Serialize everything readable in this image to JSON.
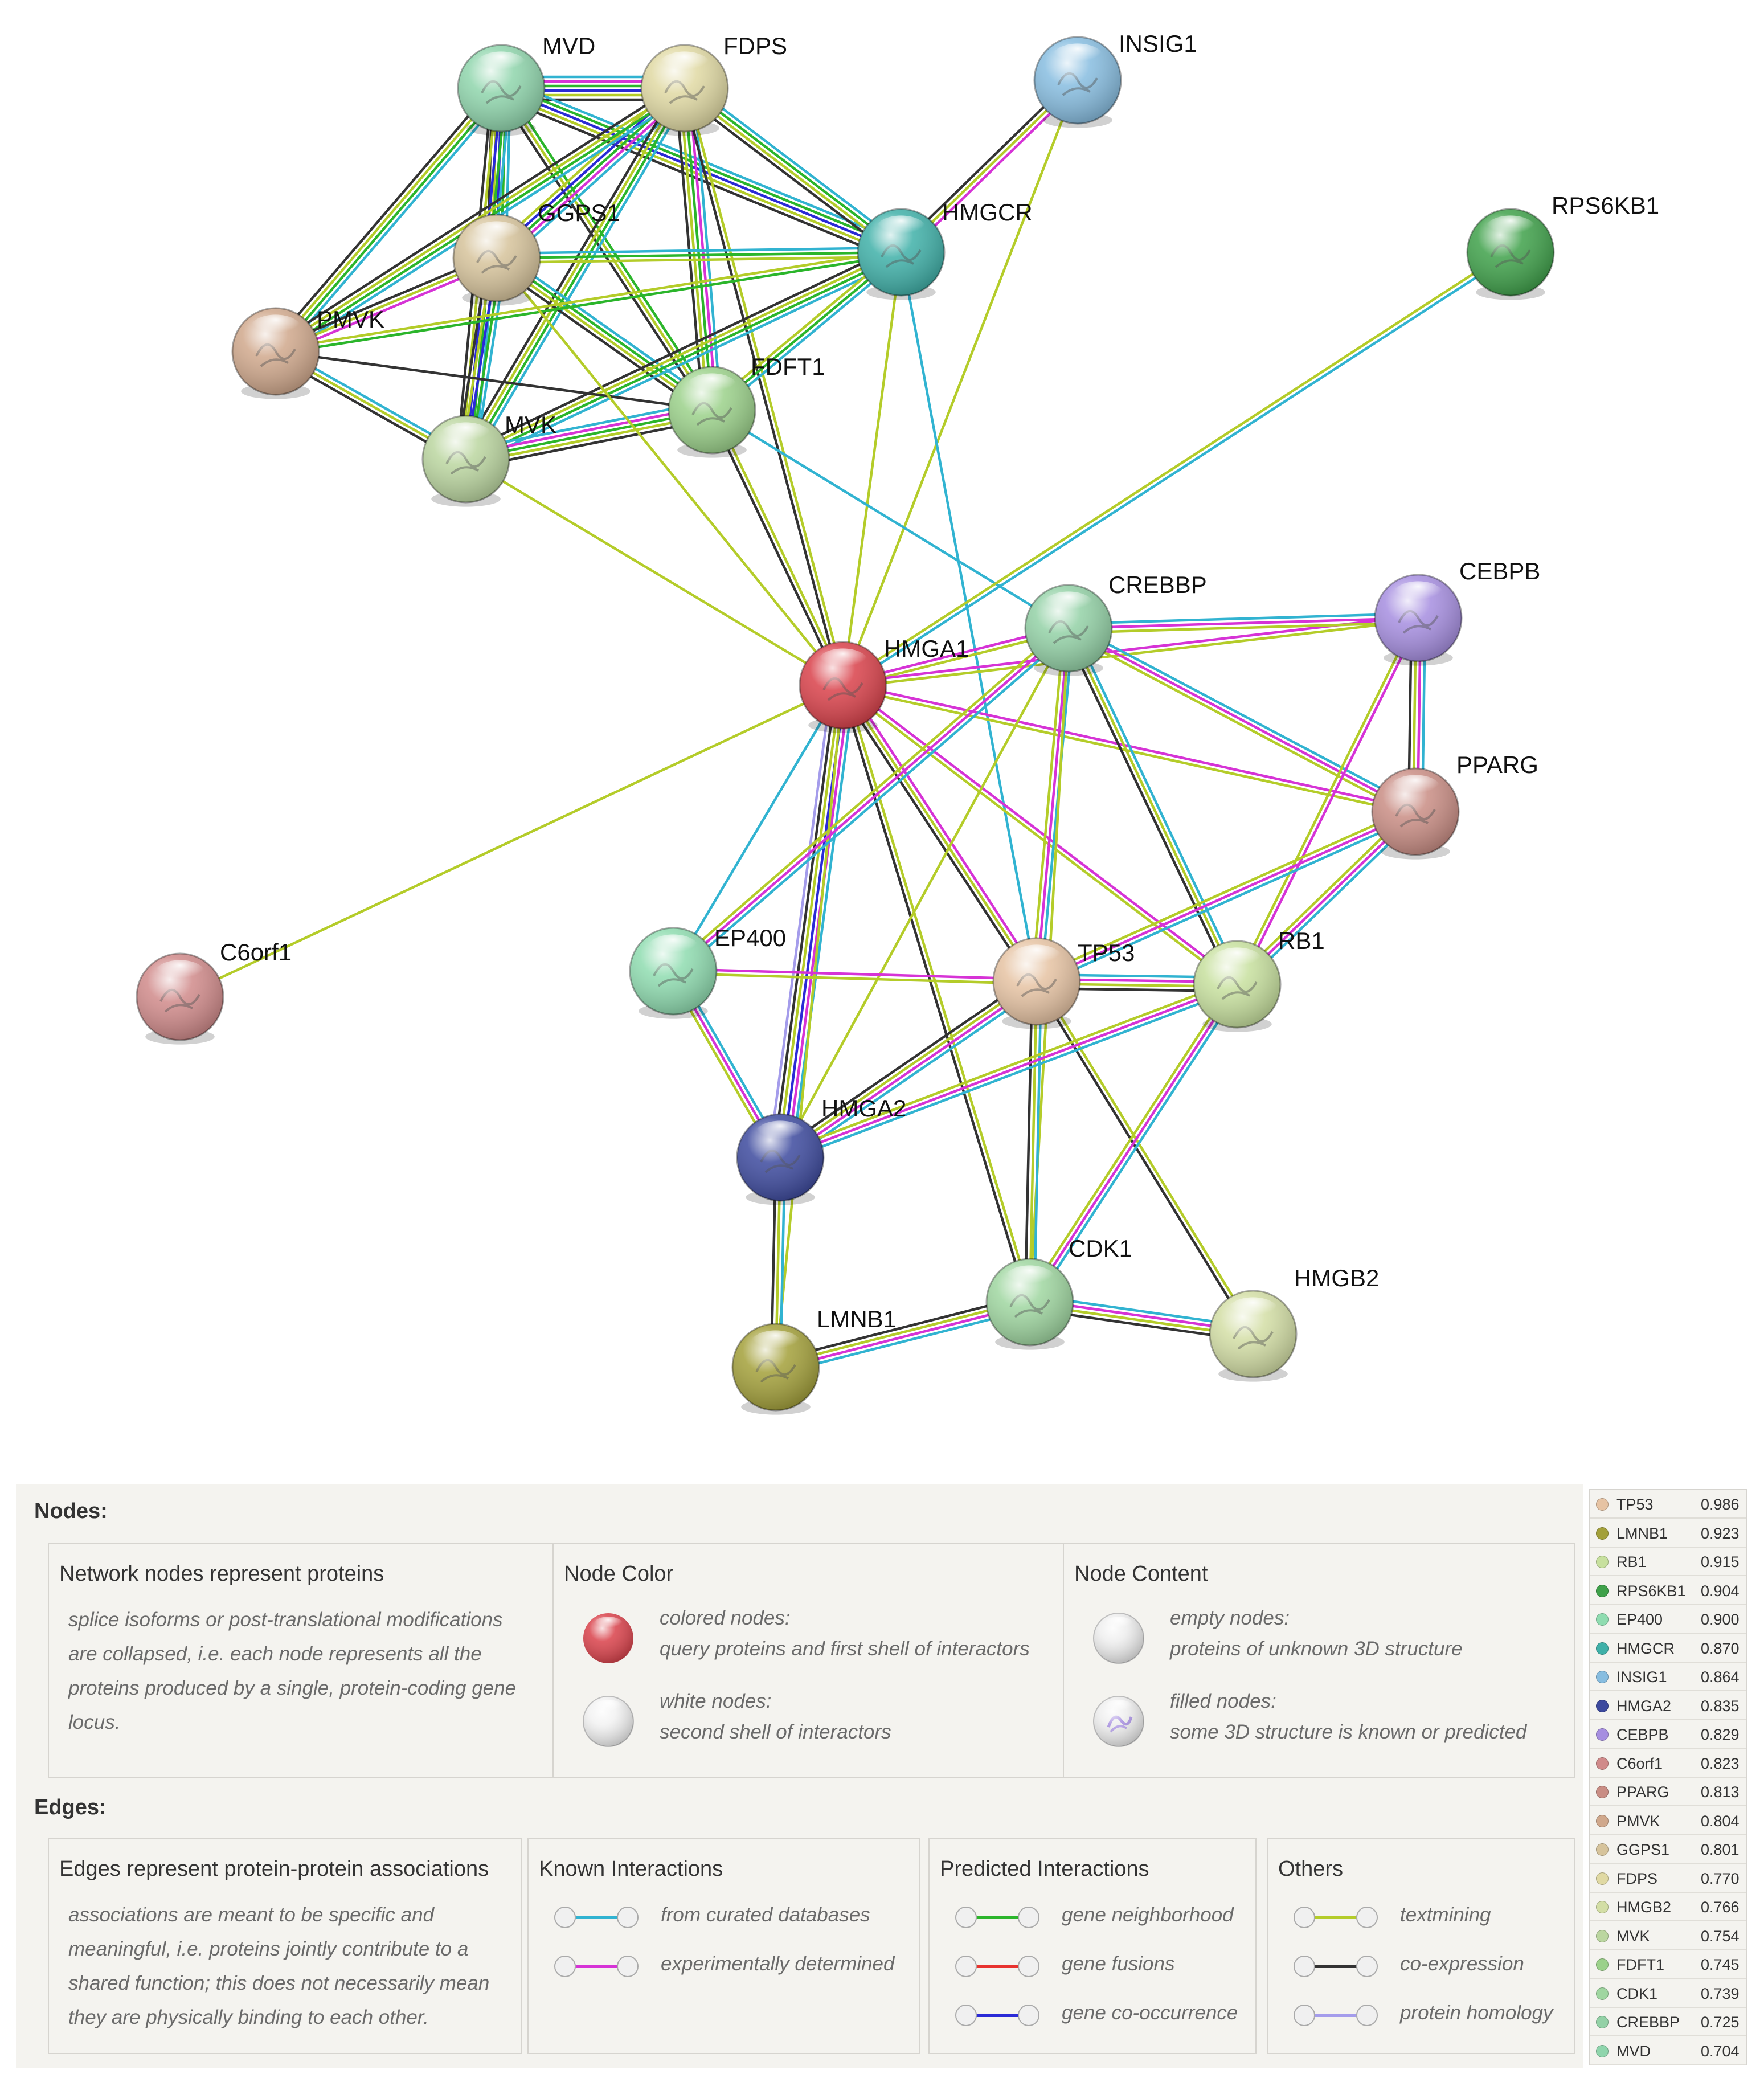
{
  "colors": {
    "curated": "#31b3d1",
    "experimental": "#d633d6",
    "neighborhood": "#2bb52b",
    "fusion": "#e8332f",
    "cooccurrence": "#2a2ad6",
    "textmining": "#b4cc29",
    "coexpression": "#333333",
    "homology": "#a49ceb"
  },
  "network": {
    "nodes": [
      {
        "id": "MVD",
        "label": "MVD",
        "color": "#8fd5ac"
      },
      {
        "id": "FDPS",
        "label": "FDPS",
        "color": "#e0d9a3"
      },
      {
        "id": "INSIG1",
        "label": "INSIG1",
        "color": "#87bde0"
      },
      {
        "id": "GGPS1",
        "label": "GGPS1",
        "color": "#d6c39b"
      },
      {
        "id": "HMGCR",
        "label": "HMGCR",
        "color": "#3fb0a8"
      },
      {
        "id": "RPS6KB1",
        "label": "RPS6KB1",
        "color": "#3fa14a"
      },
      {
        "id": "PMVK",
        "label": "PMVK",
        "color": "#d0a88c"
      },
      {
        "id": "FDFT1",
        "label": "FDFT1",
        "color": "#9bd18a"
      },
      {
        "id": "MVK",
        "label": "MVK",
        "color": "#bbd6a0"
      },
      {
        "id": "HMGA1",
        "label": "HMGA1",
        "color": "#d9414a"
      },
      {
        "id": "CREBBP",
        "label": "CREBBP",
        "color": "#93d1a6"
      },
      {
        "id": "CEBPB",
        "label": "CEBPB",
        "color": "#a68ee0"
      },
      {
        "id": "PPARG",
        "label": "PPARG",
        "color": "#c98d84"
      },
      {
        "id": "C6orf1",
        "label": "C6orf1",
        "color": "#d08a8a"
      },
      {
        "id": "EP400",
        "label": "EP400",
        "color": "#8fdcb0"
      },
      {
        "id": "TP53",
        "label": "TP53",
        "color": "#e6c3a3"
      },
      {
        "id": "RB1",
        "label": "RB1",
        "color": "#c7e09e"
      },
      {
        "id": "HMGA2",
        "label": "HMGA2",
        "color": "#3d4a9e"
      },
      {
        "id": "CDK1",
        "label": "CDK1",
        "color": "#9fd6a0"
      },
      {
        "id": "HMGB2",
        "label": "HMGB2",
        "color": "#d3dea5"
      },
      {
        "id": "LMNB1",
        "label": "LMNB1",
        "color": "#a3a03a"
      }
    ],
    "edges": [
      {
        "a": "MVD",
        "b": "FDPS",
        "types": [
          "curated",
          "experimental",
          "neighborhood",
          "cooccurrence",
          "textmining",
          "coexpression"
        ]
      },
      {
        "a": "MVD",
        "b": "GGPS1",
        "types": [
          "curated",
          "neighborhood",
          "cooccurrence",
          "textmining",
          "coexpression"
        ]
      },
      {
        "a": "MVD",
        "b": "PMVK",
        "types": [
          "curated",
          "neighborhood",
          "textmining",
          "coexpression"
        ]
      },
      {
        "a": "MVD",
        "b": "MVK",
        "types": [
          "curated",
          "neighborhood",
          "cooccurrence",
          "textmining",
          "coexpression"
        ]
      },
      {
        "a": "MVD",
        "b": "HMGCR",
        "types": [
          "curated",
          "neighborhood",
          "cooccurrence",
          "textmining",
          "coexpression"
        ]
      },
      {
        "a": "MVD",
        "b": "FDFT1",
        "types": [
          "neighborhood",
          "textmining",
          "coexpression"
        ]
      },
      {
        "a": "FDPS",
        "b": "GGPS1",
        "types": [
          "curated",
          "experimental",
          "neighborhood",
          "cooccurrence",
          "textmining"
        ]
      },
      {
        "a": "FDPS",
        "b": "PMVK",
        "types": [
          "curated",
          "neighborhood",
          "textmining",
          "coexpression"
        ]
      },
      {
        "a": "FDPS",
        "b": "MVK",
        "types": [
          "curated",
          "neighborhood",
          "textmining",
          "coexpression"
        ]
      },
      {
        "a": "FDPS",
        "b": "HMGCR",
        "types": [
          "curated",
          "neighborhood",
          "textmining",
          "coexpression"
        ]
      },
      {
        "a": "FDPS",
        "b": "FDFT1",
        "types": [
          "curated",
          "experimental",
          "neighborhood",
          "textmining",
          "coexpression"
        ]
      },
      {
        "a": "FDPS",
        "b": "HMGA1",
        "types": [
          "textmining",
          "coexpression"
        ]
      },
      {
        "a": "INSIG1",
        "b": "HMGCR",
        "types": [
          "experimental",
          "textmining",
          "coexpression"
        ]
      },
      {
        "a": "INSIG1",
        "b": "HMGA1",
        "types": [
          "textmining"
        ]
      },
      {
        "a": "GGPS1",
        "b": "HMGCR",
        "types": [
          "curated",
          "neighborhood",
          "textmining"
        ]
      },
      {
        "a": "GGPS1",
        "b": "PMVK",
        "types": [
          "experimental",
          "textmining",
          "coexpression"
        ]
      },
      {
        "a": "GGPS1",
        "b": "MVK",
        "types": [
          "curated",
          "neighborhood",
          "cooccurrence",
          "textmining",
          "coexpression"
        ]
      },
      {
        "a": "GGPS1",
        "b": "FDFT1",
        "types": [
          "curated",
          "neighborhood",
          "textmining",
          "coexpression"
        ]
      },
      {
        "a": "HMGCR",
        "b": "PMVK",
        "types": [
          "neighborhood",
          "textmining"
        ]
      },
      {
        "a": "HMGCR",
        "b": "MVK",
        "types": [
          "curated",
          "neighborhood",
          "textmining",
          "coexpression"
        ]
      },
      {
        "a": "HMGCR",
        "b": "FDFT1",
        "types": [
          "curated",
          "neighborhood",
          "textmining"
        ]
      },
      {
        "a": "HMGCR",
        "b": "HMGA1",
        "types": [
          "textmining"
        ]
      },
      {
        "a": "HMGCR",
        "b": "TP53",
        "types": [
          "curated"
        ]
      },
      {
        "a": "PMVK",
        "b": "MVK",
        "types": [
          "curated",
          "textmining",
          "coexpression"
        ]
      },
      {
        "a": "PMVK",
        "b": "FDFT1",
        "types": [
          "coexpression"
        ]
      },
      {
        "a": "MVK",
        "b": "FDFT1",
        "types": [
          "curated",
          "experimental",
          "neighborhood",
          "textmining",
          "coexpression"
        ]
      },
      {
        "a": "MVK",
        "b": "HMGA1",
        "types": [
          "textmining"
        ]
      },
      {
        "a": "FDFT1",
        "b": "HMGA1",
        "types": [
          "textmining",
          "coexpression"
        ]
      },
      {
        "a": "FDFT1",
        "b": "CREBBP",
        "types": [
          "curated"
        ]
      },
      {
        "a": "GGPS1",
        "b": "HMGA1",
        "types": [
          "textmining"
        ]
      },
      {
        "a": "RPS6KB1",
        "b": "HMGA1",
        "types": [
          "curated",
          "textmining"
        ]
      },
      {
        "a": "HMGA1",
        "b": "CREBBP",
        "types": [
          "experimental",
          "textmining"
        ]
      },
      {
        "a": "HMGA1",
        "b": "CEBPB",
        "types": [
          "experimental",
          "textmining"
        ]
      },
      {
        "a": "HMGA1",
        "b": "PPARG",
        "types": [
          "experimental",
          "textmining"
        ]
      },
      {
        "a": "HMGA1",
        "b": "C6orf1",
        "types": [
          "textmining"
        ]
      },
      {
        "a": "HMGA1",
        "b": "EP400",
        "types": [
          "curated"
        ]
      },
      {
        "a": "HMGA1",
        "b": "TP53",
        "types": [
          "experimental",
          "textmining",
          "coexpression"
        ]
      },
      {
        "a": "HMGA1",
        "b": "RB1",
        "types": [
          "experimental",
          "textmining"
        ]
      },
      {
        "a": "HMGA1",
        "b": "HMGA2",
        "types": [
          "curated",
          "experimental",
          "cooccurrence",
          "textmining",
          "coexpression",
          "homology"
        ]
      },
      {
        "a": "HMGA1",
        "b": "CDK1",
        "types": [
          "textmining",
          "coexpression"
        ]
      },
      {
        "a": "HMGA1",
        "b": "LMNB1",
        "types": [
          "textmining"
        ]
      },
      {
        "a": "CREBBP",
        "b": "CEBPB",
        "types": [
          "curated",
          "experimental",
          "textmining"
        ]
      },
      {
        "a": "CREBBP",
        "b": "PPARG",
        "types": [
          "curated",
          "experimental",
          "textmining"
        ]
      },
      {
        "a": "CREBBP",
        "b": "EP400",
        "types": [
          "curated",
          "experimental",
          "textmining"
        ]
      },
      {
        "a": "CREBBP",
        "b": "TP53",
        "types": [
          "curated",
          "experimental",
          "textmining"
        ]
      },
      {
        "a": "CREBBP",
        "b": "RB1",
        "types": [
          "curated",
          "textmining",
          "coexpression"
        ]
      },
      {
        "a": "CREBBP",
        "b": "HMGA2",
        "types": [
          "textmining"
        ]
      },
      {
        "a": "CREBBP",
        "b": "CDK1",
        "types": [
          "textmining"
        ]
      },
      {
        "a": "CEBPB",
        "b": "PPARG",
        "types": [
          "curated",
          "experimental",
          "textmining",
          "coexpression"
        ]
      },
      {
        "a": "CEBPB",
        "b": "RB1",
        "types": [
          "experimental",
          "textmining"
        ]
      },
      {
        "a": "PPARG",
        "b": "RB1",
        "types": [
          "curated",
          "experimental",
          "textmining"
        ]
      },
      {
        "a": "PPARG",
        "b": "TP53",
        "types": [
          "curated",
          "experimental",
          "textmining"
        ]
      },
      {
        "a": "EP400",
        "b": "TP53",
        "types": [
          "experimental",
          "textmining"
        ]
      },
      {
        "a": "EP400",
        "b": "HMGA2",
        "types": [
          "curated",
          "experimental",
          "textmining"
        ]
      },
      {
        "a": "TP53",
        "b": "RB1",
        "types": [
          "curated",
          "experimental",
          "textmining",
          "coexpression"
        ]
      },
      {
        "a": "TP53",
        "b": "HMGA2",
        "types": [
          "curated",
          "experimental",
          "textmining",
          "coexpression"
        ]
      },
      {
        "a": "TP53",
        "b": "CDK1",
        "types": [
          "curated",
          "textmining",
          "coexpression"
        ]
      },
      {
        "a": "TP53",
        "b": "HMGB2",
        "types": [
          "textmining",
          "coexpression"
        ]
      },
      {
        "a": "RB1",
        "b": "HMGA2",
        "types": [
          "curated",
          "experimental",
          "textmining"
        ]
      },
      {
        "a": "RB1",
        "b": "CDK1",
        "types": [
          "curated",
          "experimental",
          "textmining"
        ]
      },
      {
        "a": "HMGA2",
        "b": "LMNB1",
        "types": [
          "curated",
          "textmining",
          "coexpression"
        ]
      },
      {
        "a": "CDK1",
        "b": "LMNB1",
        "types": [
          "curated",
          "experimental",
          "textmining",
          "coexpression"
        ]
      },
      {
        "a": "CDK1",
        "b": "HMGB2",
        "types": [
          "curated",
          "experimental",
          "textmining",
          "coexpression"
        ]
      }
    ]
  },
  "legend": {
    "nodes_title": "Nodes:",
    "edges_title": "Edges:",
    "network_nodes": {
      "title": "Network nodes represent proteins",
      "text": [
        "splice isoforms or post-translational modifications",
        "are collapsed, i.e. each node represents all the",
        "proteins produced by a single, protein-coding gene",
        "locus."
      ]
    },
    "node_color": {
      "title": "Node Color",
      "colored_label": "colored nodes:",
      "colored_desc": "query proteins and first shell of interactors",
      "white_label": "white nodes:",
      "white_desc": "second shell of interactors"
    },
    "node_content": {
      "title": "Node Content",
      "empty_label": "empty nodes:",
      "empty_desc": "proteins of unknown 3D structure",
      "filled_label": "filled nodes:",
      "filled_desc": "some 3D structure is known or predicted"
    },
    "edges_desc": {
      "title": "Edges represent protein-protein associations",
      "text": [
        "associations are meant to be specific and",
        "meaningful, i.e. proteins jointly contribute to a",
        "shared function; this does not necessarily mean",
        "they are physically binding to each other."
      ]
    },
    "known": {
      "title": "Known Interactions",
      "items": [
        {
          "label": "from curated databases",
          "color": "#31b3d1"
        },
        {
          "label": "experimentally determined",
          "color": "#d633d6"
        }
      ]
    },
    "predicted": {
      "title": "Predicted Interactions",
      "items": [
        {
          "label": "gene neighborhood",
          "color": "#2bb52b"
        },
        {
          "label": "gene fusions",
          "color": "#e8332f"
        },
        {
          "label": "gene co-occurrence",
          "color": "#2a2ad6"
        }
      ]
    },
    "others": {
      "title": "Others",
      "items": [
        {
          "label": "textmining",
          "color": "#b4cc29"
        },
        {
          "label": "co-expression",
          "color": "#333333"
        },
        {
          "label": "protein homology",
          "color": "#a49ceb"
        }
      ]
    }
  },
  "scores": [
    {
      "name": "TP53",
      "score": "0.986",
      "color": "#e6c3a3"
    },
    {
      "name": "LMNB1",
      "score": "0.923",
      "color": "#a3a03a"
    },
    {
      "name": "RB1",
      "score": "0.915",
      "color": "#c7e09e"
    },
    {
      "name": "RPS6KB1",
      "score": "0.904",
      "color": "#3fa14a"
    },
    {
      "name": "EP400",
      "score": "0.900",
      "color": "#8fdcb0"
    },
    {
      "name": "HMGCR",
      "score": "0.870",
      "color": "#3fb0a8"
    },
    {
      "name": "INSIG1",
      "score": "0.864",
      "color": "#87bde0"
    },
    {
      "name": "HMGA2",
      "score": "0.835",
      "color": "#3d4a9e"
    },
    {
      "name": "CEBPB",
      "score": "0.829",
      "color": "#a68ee0"
    },
    {
      "name": "C6orf1",
      "score": "0.823",
      "color": "#d08a8a"
    },
    {
      "name": "PPARG",
      "score": "0.813",
      "color": "#c98d84"
    },
    {
      "name": "PMVK",
      "score": "0.804",
      "color": "#d0a88c"
    },
    {
      "name": "GGPS1",
      "score": "0.801",
      "color": "#d6c39b"
    },
    {
      "name": "FDPS",
      "score": "0.770",
      "color": "#e0d9a3"
    },
    {
      "name": "HMGB2",
      "score": "0.766",
      "color": "#d3dea5"
    },
    {
      "name": "MVK",
      "score": "0.754",
      "color": "#bbd6a0"
    },
    {
      "name": "FDFT1",
      "score": "0.745",
      "color": "#9bd18a"
    },
    {
      "name": "CDK1",
      "score": "0.739",
      "color": "#9fd6a0"
    },
    {
      "name": "CREBBP",
      "score": "0.725",
      "color": "#93d1a6"
    },
    {
      "name": "MVD",
      "score": "0.704",
      "color": "#8fd5ac"
    }
  ]
}
